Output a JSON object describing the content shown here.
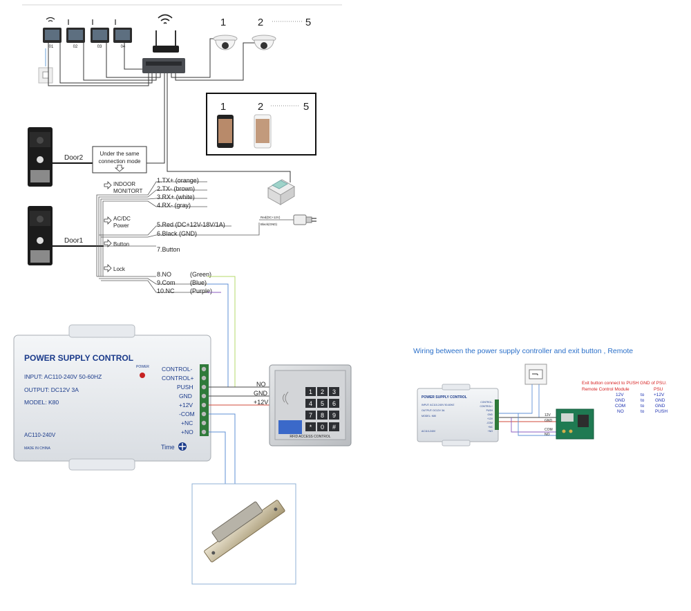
{
  "monitors": {
    "labels": [
      "01",
      "02",
      "03",
      "04"
    ]
  },
  "cameras": {
    "labels": [
      "1",
      "2"
    ],
    "range_end": "5"
  },
  "phones": {
    "labels": [
      "1",
      "2"
    ],
    "range_end": "5"
  },
  "doors": {
    "door2": "Door2",
    "door1": "Door1"
  },
  "note_box": {
    "line1": "Under the same",
    "line2": "connection mode"
  },
  "groups": {
    "indoor_line1": "INDOOR",
    "indoor_line2": "MONITORT",
    "acdc_line1": "AC/DC",
    "acdc_line2": "Power",
    "button": "Button",
    "lock": "Lock"
  },
  "wires": {
    "tx_plus": "1.TX+ (orange)",
    "tx_minus": "2.TX-  (brown)",
    "rx_plus": "3.RX+ (white)",
    "rx_minus": "4.RX- (gray)",
    "red": "5.Red (DC+12V-18V/1A)",
    "black": "6.Black (GND)",
    "button": "7.Button",
    "no": "8.NO",
    "no_color": "(Green)",
    "com": "9.Com",
    "com_color": "(Blue)",
    "nc": "10.NC",
    "nc_color": "(Purple)"
  },
  "adapter": {
    "red": "Red(DC+12V)",
    "black": "Black(GND)"
  },
  "psu": {
    "title": "POWER SUPPLY CONTROL",
    "input": "INPUT: AC110-240V  50-60HZ",
    "output": "OUTPUT: DC12V  3A",
    "model": "MODEL: K80",
    "ac": "AC110-240V",
    "made": "MADE IN CHINA",
    "power": "POWER",
    "time": "Time",
    "terminals": [
      "CONTROL-",
      "CONTROL+",
      "PUSH",
      "GND",
      "+12V",
      "-COM",
      "+NC",
      "+NO"
    ]
  },
  "keypad_wires": {
    "no": "NO",
    "gnd": "GND",
    "v12": "+12V"
  },
  "keypad": {
    "keys": [
      "1",
      "2",
      "3",
      "4",
      "5",
      "6",
      "7",
      "8",
      "9",
      "*",
      "0",
      "#"
    ],
    "caption": "RFID ACCESS CONTROL"
  },
  "right_panel": {
    "title": "Wiring between the power supply controller and exit button , Remote",
    "note_line1": "Exit button connect to PUSH GND of PSU.",
    "table_header_left": "Remote Control Module",
    "table_header_right": "PSU",
    "rows": [
      {
        "left": "12V",
        "to": "to",
        "right": "+12V"
      },
      {
        "left": "GND",
        "to": "to",
        "right": "GND"
      },
      {
        "left": "COM",
        "to": "to",
        "right": "GND"
      },
      {
        "left": "NO",
        "to": "to",
        "right": "PUSH"
      }
    ],
    "mini_wire_labels": [
      "12V",
      "GND",
      "COM",
      "NO"
    ],
    "mini_psu_title": "POWER SUPPLY CONTROL",
    "mini_psu_input": "INPUT: AC110-240V 50-60HZ",
    "mini_psu_output": "OUTPUT: DC12V 3A",
    "mini_psu_model": "MODEL: K80",
    "mini_psu_ac": "AC110-240V",
    "mini_psu_terminals": [
      "CONTROL-",
      "CONTROL+",
      "PUSH",
      "GND",
      "+12V",
      "-COM",
      "+NC",
      "+NO"
    ]
  },
  "colors": {
    "wire_green": "#b5d96a",
    "wire_blue": "#5d8fd6",
    "wire_purple": "#8a5bbf",
    "wire_red": "#d04a3a",
    "psu_title": "#1a3a8a",
    "accent_red": "#d62020",
    "accent_blue": "#1a2fb0"
  }
}
